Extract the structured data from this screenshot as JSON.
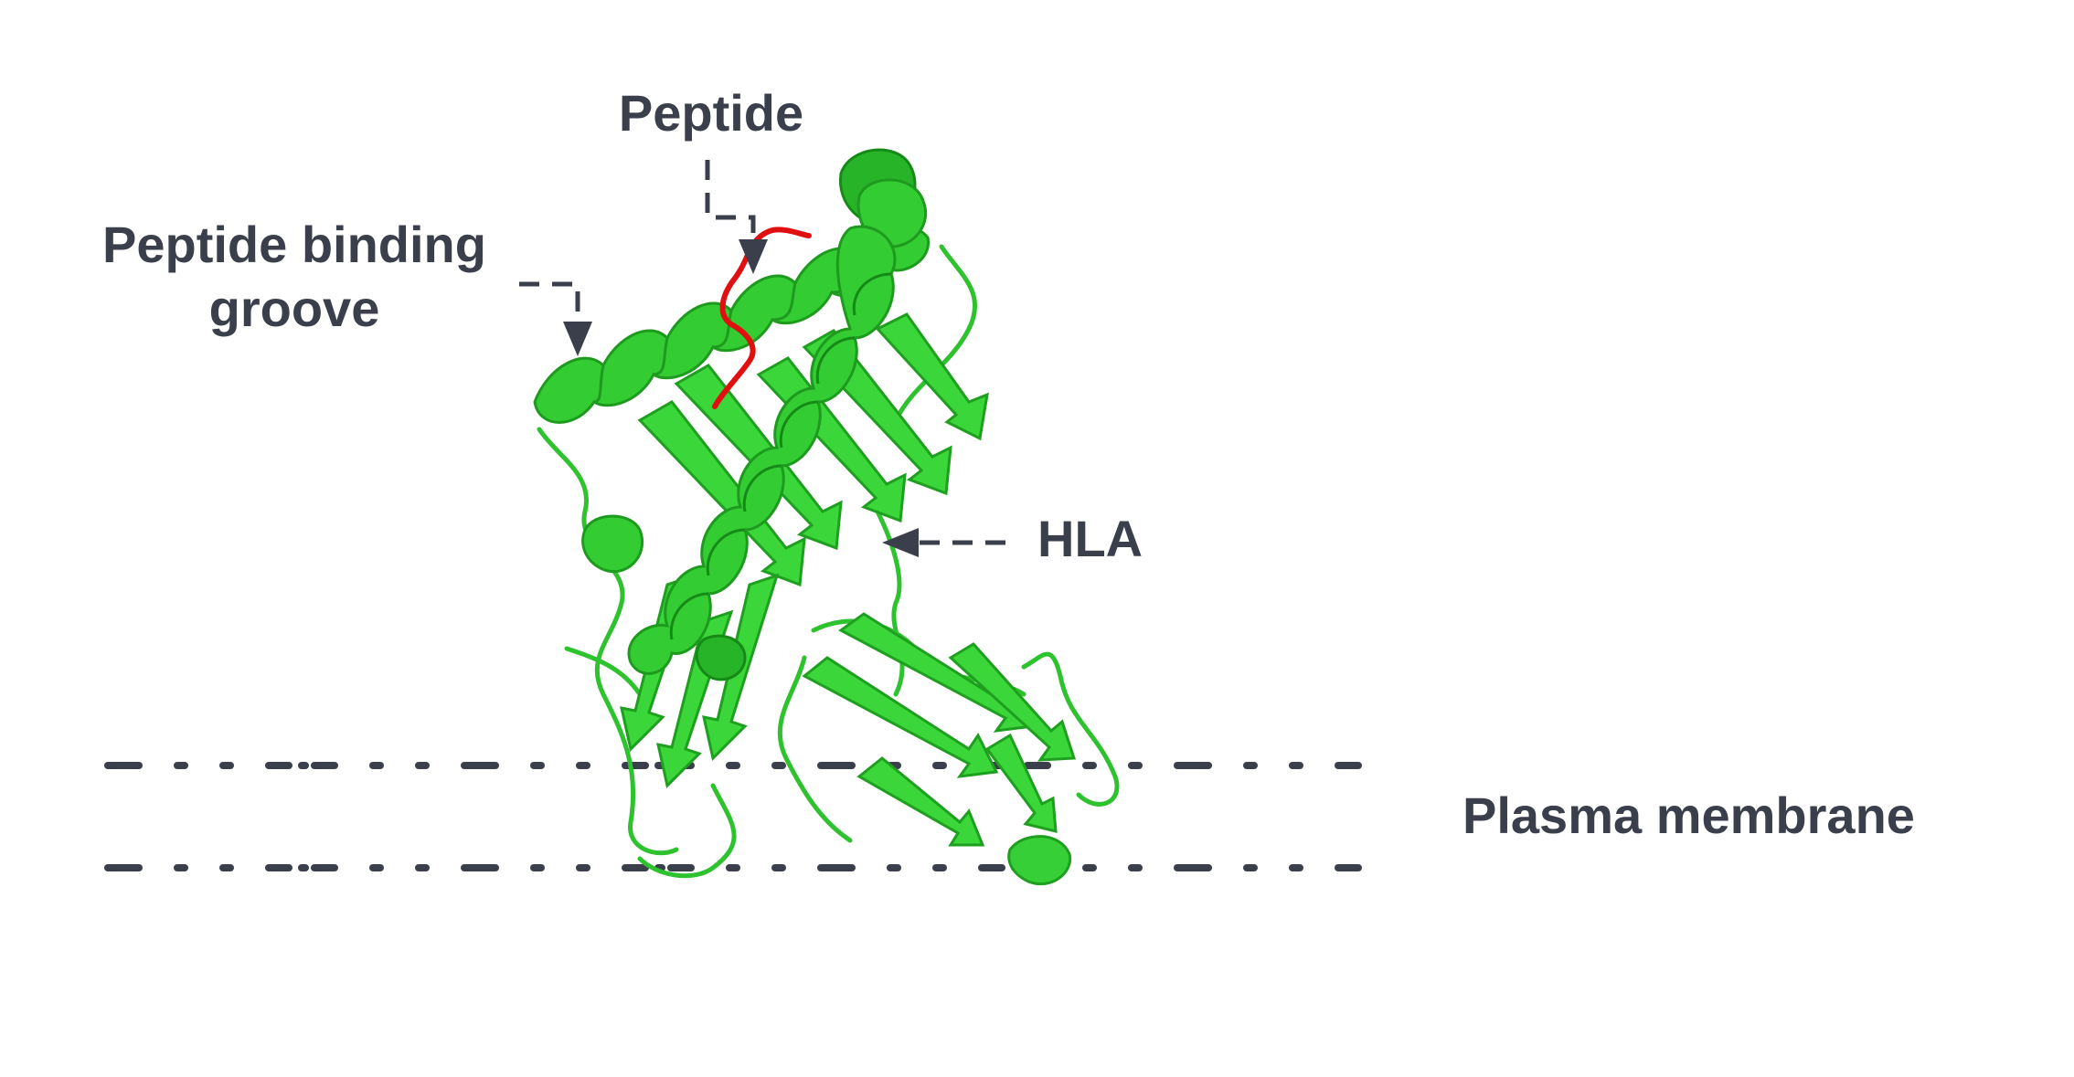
{
  "labels": {
    "peptide": "Peptide",
    "groove_line1": "Peptide binding",
    "groove_line2": "groove",
    "hla": "HLA",
    "membrane": "Plasma membrane"
  },
  "colors": {
    "protein": "#33cc33",
    "peptide": "#e01010",
    "label_text": "#3a3f4b",
    "background": "#ffffff"
  }
}
